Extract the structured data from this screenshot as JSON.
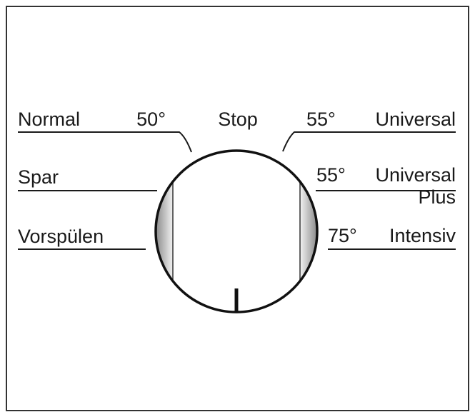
{
  "dial": {
    "left": [
      {
        "name": "Normal",
        "temp": "50°"
      },
      {
        "name": "Spar",
        "temp": ""
      },
      {
        "name": "Vorspülen",
        "temp": ""
      }
    ],
    "top": {
      "name": "Stop"
    },
    "right": [
      {
        "temp": "55°",
        "name": "Universal"
      },
      {
        "temp": "55°",
        "name": "Universal",
        "name2": "Plus"
      },
      {
        "temp": "75°",
        "name": "Intensiv"
      }
    ]
  }
}
